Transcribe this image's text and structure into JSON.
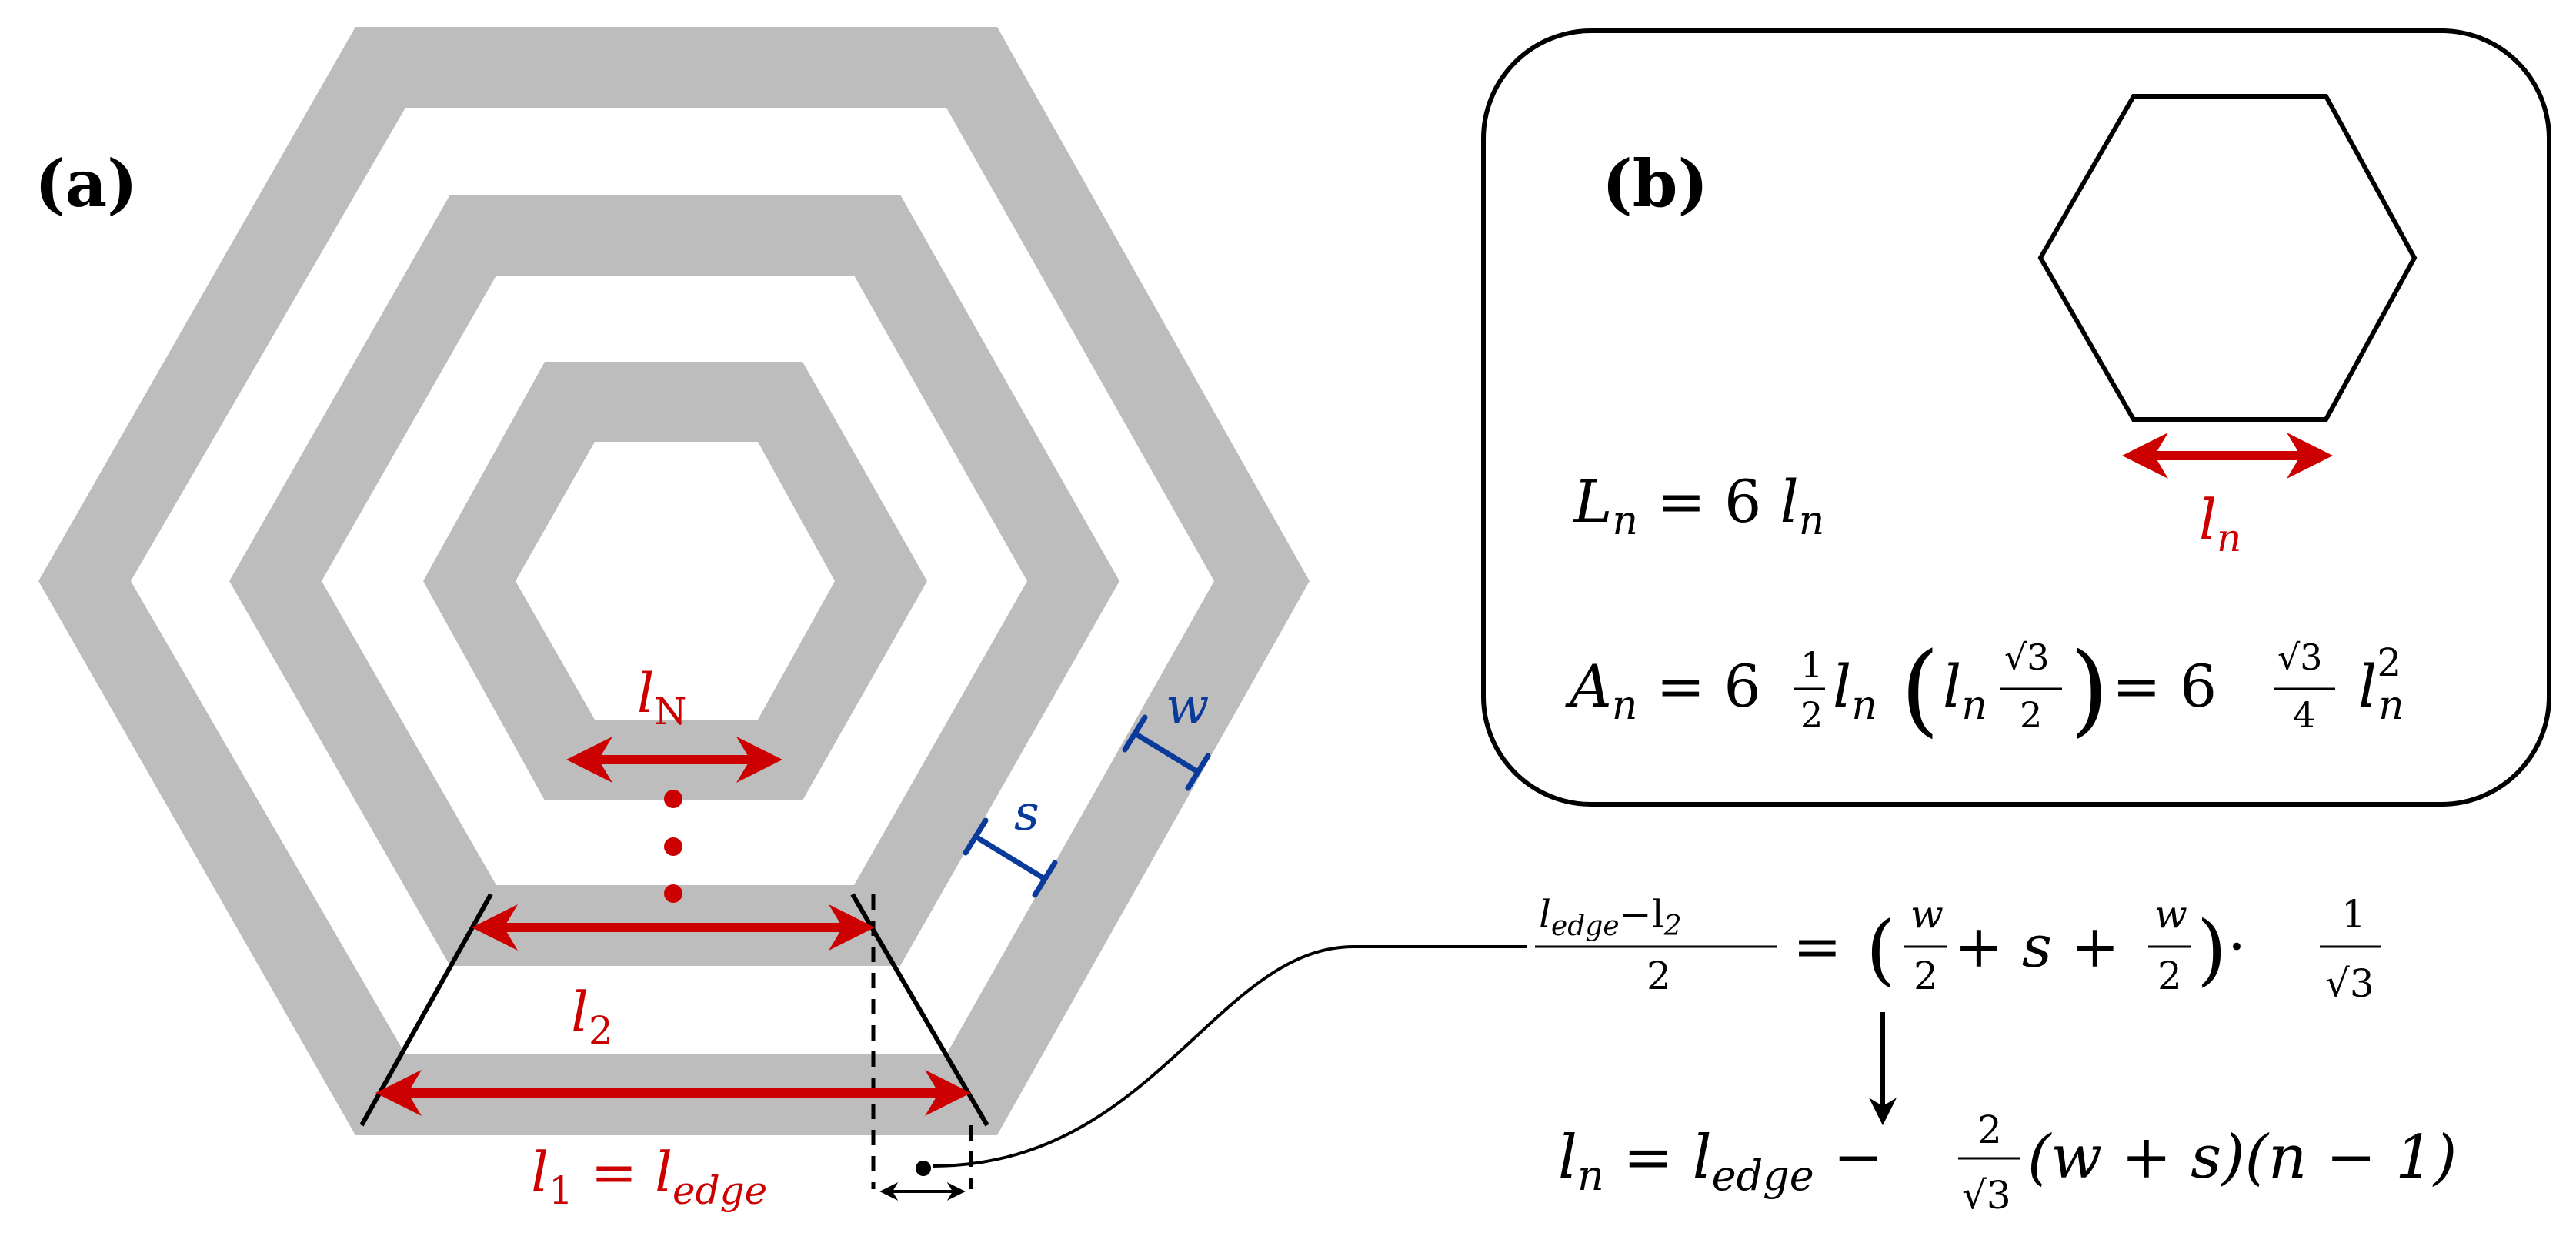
{
  "colors": {
    "band": "#bdbdbd",
    "accent_red": "#cc0000",
    "accent_blue": "#0a3a9a",
    "ink": "#000000"
  },
  "panel_a": {
    "label": "(a)",
    "label_lN": {
      "base": "l",
      "sub": "N"
    },
    "label_l2": {
      "base": "l",
      "sub": "2"
    },
    "label_l1": {
      "base": "l",
      "sub": "1",
      "eq": " = ",
      "rhs_base": "l",
      "rhs_sub": "edge"
    },
    "label_s": "s",
    "label_w": "w"
  },
  "panel_b": {
    "label": "(b)",
    "label_ln": {
      "base": "l",
      "sub": "n"
    },
    "perimeter_formula": {
      "lhs_base": "L",
      "lhs_sub": "n",
      "rhs": " = 6 ",
      "rhs_base": "l",
      "rhs_sub": "n"
    },
    "area_formula": {
      "lhs_base": "A",
      "lhs_sub": "n",
      "eq1": " = 6 ",
      "half_num": "1",
      "half_den": "2",
      "l1_base": "l",
      "l1_sub": "n",
      "paren_open": "(",
      "paren_close": ")",
      "l2_base": "l",
      "l2_sub": "n",
      "frac1_num": "√3",
      "frac1_den": "2",
      "eq2": " = 6 ",
      "frac2_num": "√3",
      "frac2_den": "4",
      "l3_base": "l",
      "l3_sub": "n",
      "l3_sup": "2"
    }
  },
  "equations": {
    "step1": {
      "num_base": "l",
      "num_sub": "edge",
      "num_rest": "−l",
      "num_rest_sub": "2",
      "den": "2",
      "eq": " = ",
      "paren_open": "(",
      "paren_close": ")",
      "w1_num": "w",
      "w1_den": "2",
      "plus1": " + s + ",
      "w2_num": "w",
      "w2_den": "2",
      "dot": " · ",
      "inv_num": "1",
      "inv_den": "√3"
    },
    "step2": {
      "lhs_base": "l",
      "lhs_sub": "n",
      "eq": " = ",
      "rhs_base": "l",
      "rhs_sub": "edge",
      "minus": " − ",
      "frac_num": "2",
      "frac_den": "√3",
      "tail": "(w + s)(n − 1)"
    }
  }
}
